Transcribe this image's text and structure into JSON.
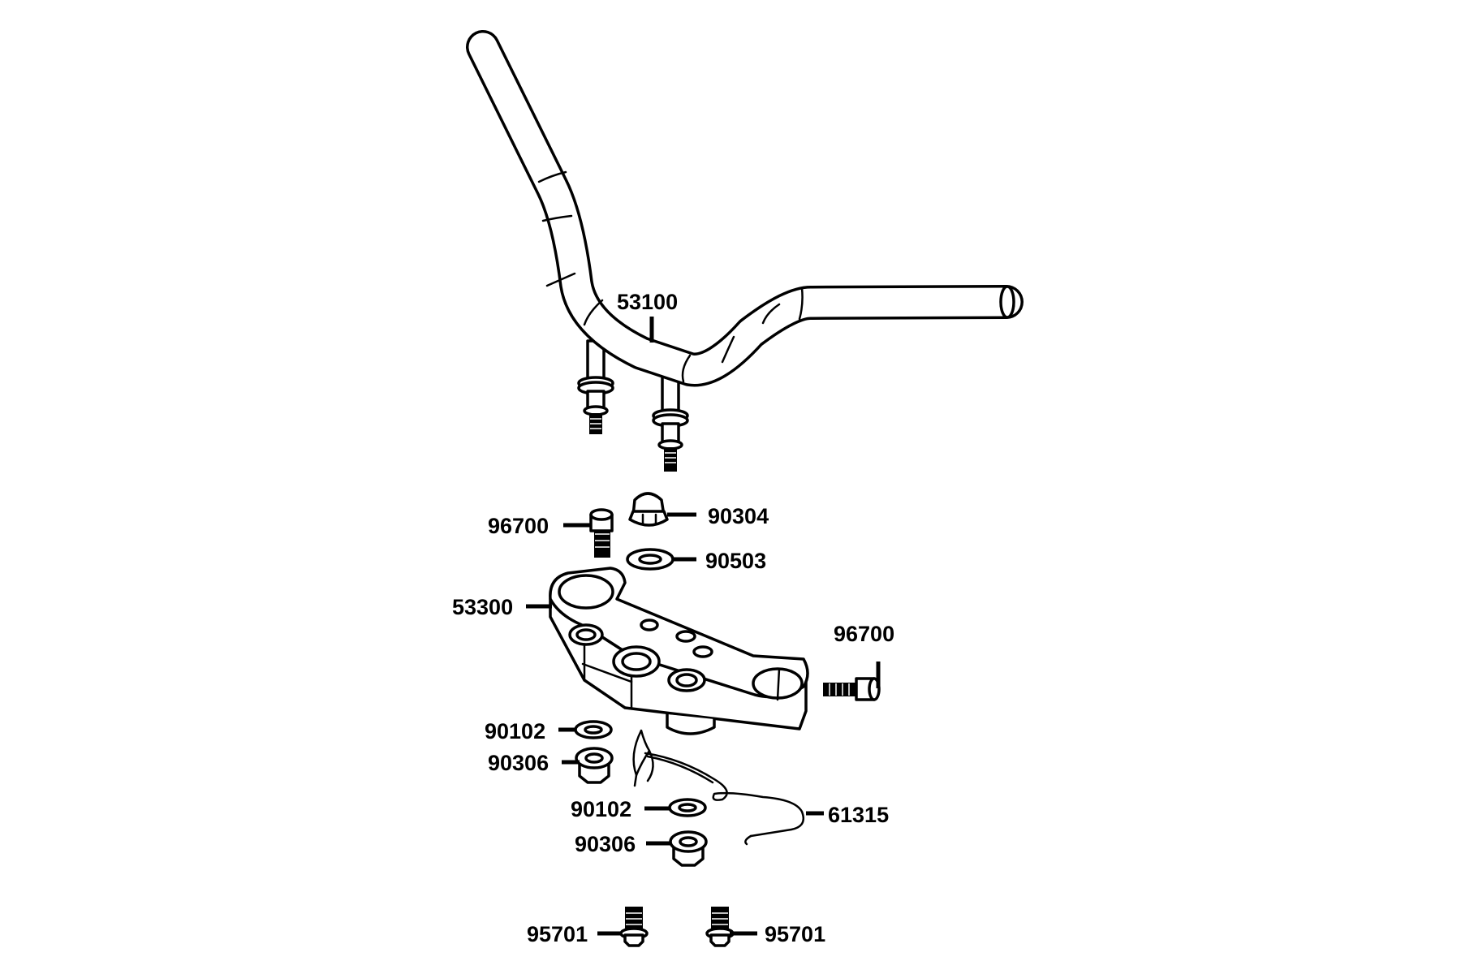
{
  "labels": {
    "handlebar": "53100",
    "bolt_left": "96700",
    "cap_nut": "90304",
    "washer_top": "90503",
    "triple_clamp": "53300",
    "bolt_right": "96700",
    "washer_a": "90102",
    "nut_a": "90306",
    "washer_b": "90102",
    "nut_b": "90306",
    "wire_clip": "61315",
    "screw_left": "95701",
    "screw_right": "95701"
  }
}
